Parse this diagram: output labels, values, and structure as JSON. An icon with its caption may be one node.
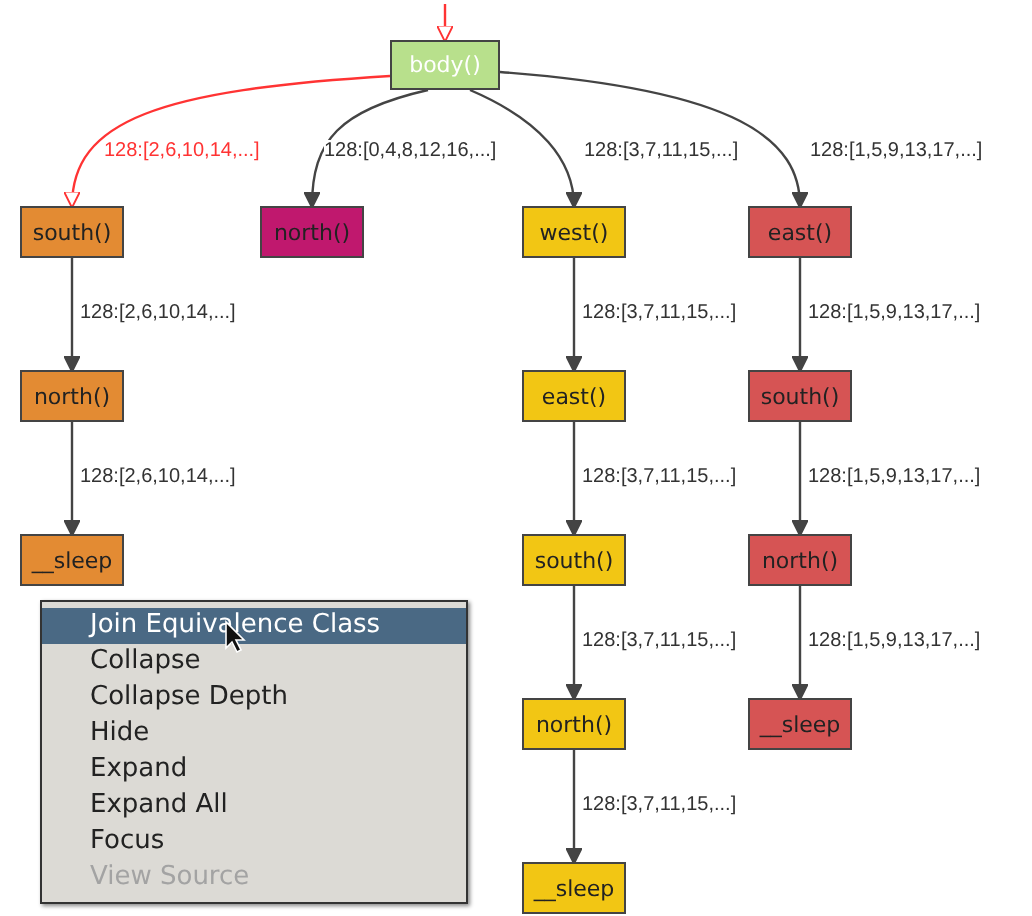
{
  "diagram": {
    "nodes": [
      {
        "text": [
          "body()"
        ]
      },
      {
        "text": [
          "south()"
        ]
      },
      {
        "text": [
          "north()"
        ]
      },
      {
        "text": [
          "west()"
        ]
      },
      {
        "text": [
          "east()"
        ]
      },
      {
        "text": [
          "north()"
        ]
      },
      {
        "text": [
          "east()"
        ]
      },
      {
        "text": [
          "south()"
        ]
      },
      {
        "text": [
          "__sleep"
        ]
      },
      {
        "text": [
          "south()"
        ]
      },
      {
        "text": [
          "north()"
        ]
      },
      {
        "text": [
          "north()"
        ]
      },
      {
        "text": [
          "__sleep"
        ]
      },
      {
        "text": [
          "__sleep"
        ]
      }
    ],
    "edges": [
      {
        "from": null,
        "to": 0,
        "arrow": "to",
        "color": "#ff3333"
      },
      {
        "from": 0,
        "to": 1,
        "arrow": "to",
        "label": "128:[2,6,10,14,...]",
        "color": "#ff3333"
      },
      {
        "from": 0,
        "to": 2,
        "arrow": "to",
        "label": "128:[0,4,8,12,16,...]"
      },
      {
        "from": 0,
        "to": 3,
        "arrow": "to",
        "label": "128:[3,7,11,15,...]"
      },
      {
        "from": 0,
        "to": 4,
        "arrow": "to",
        "label": "128:[1,5,9,13,17,...]"
      },
      {
        "from": 1,
        "to": 5,
        "arrow": "to",
        "label": "128:[2,6,10,14,...]"
      },
      {
        "from": 5,
        "to": 8,
        "arrow": "to",
        "label": "128:[2,6,10,14,...]"
      },
      {
        "from": 3,
        "to": 6,
        "arrow": "to",
        "label": "128:[3,7,11,15,...]"
      },
      {
        "from": 6,
        "to": 9,
        "arrow": "to",
        "label": "128:[3,7,11,15,...]"
      },
      {
        "from": 9,
        "to": 11,
        "arrow": "to",
        "label": "128:[3,7,11,15,...]"
      },
      {
        "from": 11,
        "to": 13,
        "arrow": "to",
        "label": "128:[3,7,11,15,...]"
      },
      {
        "from": 4,
        "to": 7,
        "arrow": "to",
        "label": "128:[1,5,9,13,17,...]"
      },
      {
        "from": 7,
        "to": 10,
        "arrow": "to",
        "label": "128:[1,5,9,13,17,...]"
      },
      {
        "from": 10,
        "to": 12,
        "arrow": "to",
        "label": "128:[1,5,9,13,17,...]"
      }
    ],
    "labels": [
      "Join Equivalence Class",
      "Collapse",
      "Collapse Depth",
      "Hide",
      "Expand",
      "Expand All",
      "Focus",
      "View Source"
    ]
  }
}
